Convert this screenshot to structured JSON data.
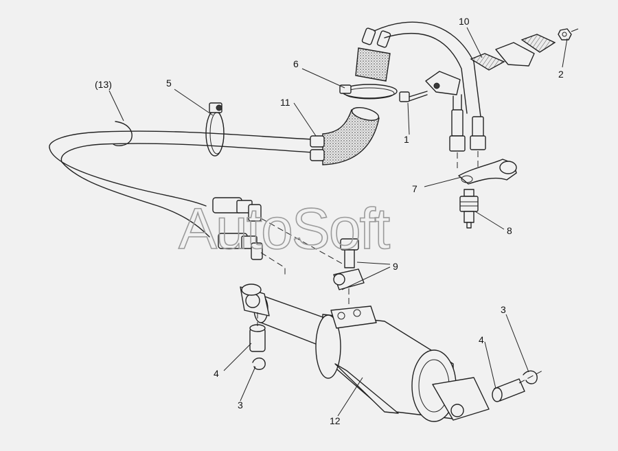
{
  "watermark": "AutoSoft",
  "callouts": [
    {
      "id": "c13",
      "text": "(13)"
    },
    {
      "id": "c5",
      "text": "5"
    },
    {
      "id": "c6",
      "text": "6"
    },
    {
      "id": "c11",
      "text": "11"
    },
    {
      "id": "c10",
      "text": "10"
    },
    {
      "id": "c2",
      "text": "2"
    },
    {
      "id": "c1",
      "text": "1"
    },
    {
      "id": "c7",
      "text": "7"
    },
    {
      "id": "c8",
      "text": "8"
    },
    {
      "id": "c9",
      "text": "9"
    },
    {
      "id": "c3a",
      "text": "3"
    },
    {
      "id": "c4a",
      "text": "4"
    },
    {
      "id": "c4b",
      "text": "4"
    },
    {
      "id": "c3b",
      "text": "3"
    },
    {
      "id": "c12",
      "text": "12"
    }
  ]
}
